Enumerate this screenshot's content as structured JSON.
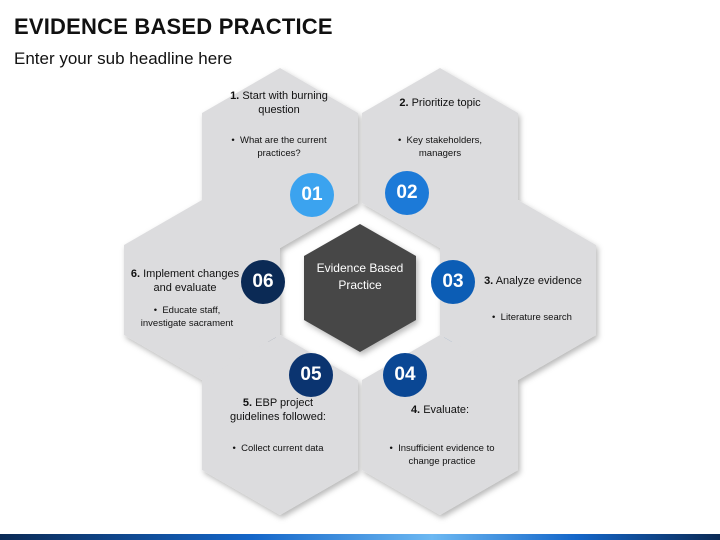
{
  "title": "EVIDENCE BASED PRACTICE",
  "subtitle": "Enter your sub headline here",
  "center": {
    "label": "Evidence Based Practice"
  },
  "steps": [
    {
      "number": "01",
      "num": "1.",
      "title": "Start with burning question",
      "bullet": "What are the current practices?",
      "color": "#3ba3ef"
    },
    {
      "number": "02",
      "num": "2.",
      "title": "Prioritize topic",
      "bullet": "Key stakeholders, managers",
      "color": "#1c7ad8"
    },
    {
      "number": "03",
      "num": "3.",
      "title": "Analyze evidence",
      "bullet": "Literature search",
      "color": "#0c5db5"
    },
    {
      "number": "04",
      "num": "4.",
      "title": "Evaluate:",
      "bullet": "Insufficient evidence to change practice",
      "color": "#0a4794"
    },
    {
      "number": "05",
      "num": "5.",
      "title": "EBP project guidelines followed:",
      "bullet": "Collect current data",
      "color": "#0b3470"
    },
    {
      "number": "06",
      "num": "6.",
      "title": "Implement changes and evaluate",
      "bullet": "Educate staff, investigate sacrament",
      "color": "#0b2a55"
    }
  ],
  "colors": {
    "hex_fill": "#dcdcde",
    "center_fill": "#464646",
    "title_text": "#111111"
  }
}
